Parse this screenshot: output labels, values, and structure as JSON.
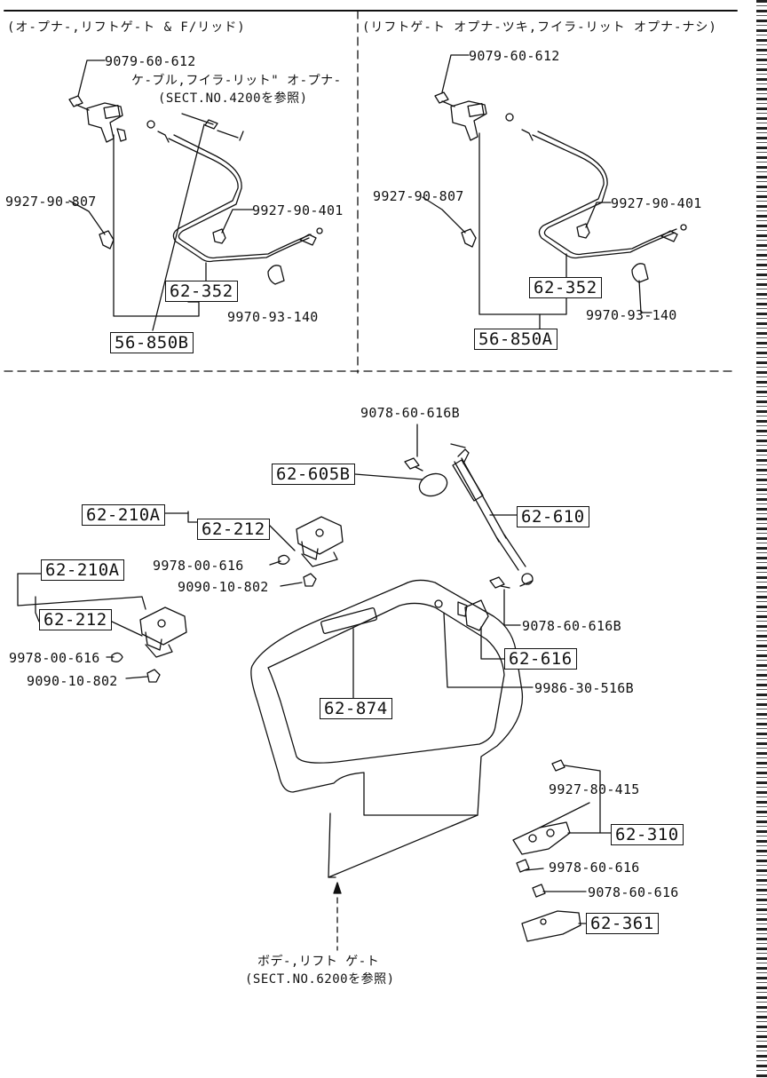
{
  "headers": {
    "left": "(オ-プナ-,リフトゲ-ト & F/リッド)",
    "right": "(リフトゲ-ト オプナ-ツキ,フイラ-リット オプナ-ナシ)"
  },
  "top_left": {
    "bolt": "9079-60-612",
    "cable_note_1": "ケ-ブル,フイラ-リット\" オ-プナ-",
    "cable_note_2": "(SECT.NO.4200を参照)",
    "clip_a": "9927-90-807",
    "clip_b": "9927-90-401",
    "cable": "62-352",
    "clip_c": "9970-93-140",
    "assembly": "56-850B"
  },
  "top_right": {
    "bolt": "9079-60-612",
    "clip_a": "9927-90-807",
    "clip_b": "9927-90-401",
    "cable": "62-352",
    "clip_c": "9970-93-140",
    "assembly": "56-850A"
  },
  "bottom": {
    "bolt_top": "9078-60-616B",
    "cap": "62-605B",
    "hinge_asm_1": "62-210A",
    "hinge_1": "62-212",
    "damper": "62-610",
    "bolt_1": "9978-00-616",
    "nut_1": "9090-10-802",
    "hinge_asm_2": "62-210A",
    "hinge_2": "62-212",
    "bolt_damper": "9078-60-616B",
    "bolt_2": "9978-00-616",
    "bracket": "62-616",
    "nut_2": "9090-10-802",
    "screw": "9986-30-516B",
    "brake_lamp": "62-874",
    "clip": "9927-80-415",
    "lock": "62-310",
    "bolt_lock": "9978-60-616",
    "bolt_striker": "9078-60-616",
    "striker": "62-361",
    "body_note_1": "ボデ-,リフト ゲ-ト",
    "body_note_2": "(SECT.NO.6200を参照)"
  }
}
